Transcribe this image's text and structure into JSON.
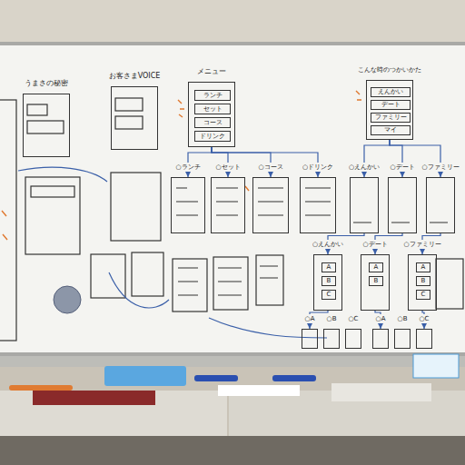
{
  "diagram": {
    "nodes": [
      {
        "text": [
          "うまさの秘密"
        ]
      },
      {
        "text": [
          "お客さまVOICE"
        ]
      },
      {
        "text": [
          "メニュー"
        ]
      },
      {
        "text": [
          "ランチ"
        ],
        "in": 2
      },
      {
        "text": [
          "セット"
        ],
        "in": 2
      },
      {
        "text": [
          "コース"
        ],
        "in": 2
      },
      {
        "text": [
          "ドリンク"
        ],
        "in": 2
      },
      {
        "text": [
          "こんな時のつかいかた"
        ]
      },
      {
        "text": [
          "えんかい"
        ],
        "in": 7
      },
      {
        "text": [
          "デート"
        ],
        "in": 7
      },
      {
        "text": [
          "ファミリー"
        ],
        "in": 7
      },
      {
        "text": [
          "マイ"
        ],
        "in": 7
      },
      {
        "text": [
          "○ランチ"
        ]
      },
      {
        "text": [
          "○セット"
        ]
      },
      {
        "text": [
          "○コース"
        ]
      },
      {
        "text": [
          "○ドリンク"
        ]
      },
      {
        "text": [
          "○えんかい"
        ]
      },
      {
        "text": [
          "○デート"
        ]
      },
      {
        "text": [
          "○ファミリー"
        ]
      },
      {
        "text": [
          "○えんかい"
        ]
      },
      {
        "text": [
          "A"
        ],
        "in": 19
      },
      {
        "text": [
          "B"
        ],
        "in": 19
      },
      {
        "text": [
          "C"
        ],
        "in": 19
      },
      {
        "text": [
          "○デート"
        ]
      },
      {
        "text": [
          "A"
        ],
        "in": 23
      },
      {
        "text": [
          "B"
        ],
        "in": 23
      },
      {
        "text": [
          "○ファミリー"
        ]
      },
      {
        "text": [
          "A"
        ],
        "in": 26
      },
      {
        "text": [
          "B"
        ],
        "in": 26
      },
      {
        "text": [
          "C"
        ],
        "in": 26
      },
      {
        "text": [
          "○A"
        ]
      },
      {
        "text": [
          "○B"
        ]
      },
      {
        "text": [
          "○C"
        ]
      },
      {
        "text": [
          "○A"
        ]
      },
      {
        "text": [
          "○B"
        ]
      },
      {
        "text": [
          "○C"
        ]
      }
    ],
    "edges": [
      {
        "from": 2,
        "to": 12,
        "arrow": "to"
      },
      {
        "from": 2,
        "to": 13,
        "arrow": "to"
      },
      {
        "from": 2,
        "to": 14,
        "arrow": "to"
      },
      {
        "from": 2,
        "to": 15,
        "arrow": "to"
      },
      {
        "from": 7,
        "to": 16,
        "arrow": "to"
      },
      {
        "from": 7,
        "to": 17,
        "arrow": "to"
      },
      {
        "from": 7,
        "to": 18,
        "arrow": "to"
      },
      {
        "from": 16,
        "to": 19,
        "arrow": "to"
      },
      {
        "from": 17,
        "to": 23,
        "arrow": "to"
      },
      {
        "from": 18,
        "to": 26,
        "arrow": "to"
      },
      {
        "from": 19,
        "to": 30,
        "arrow": "to"
      },
      {
        "from": 23,
        "to": 33,
        "arrow": "to"
      },
      {
        "from": 26,
        "to": 35,
        "arrow": "to"
      }
    ]
  }
}
